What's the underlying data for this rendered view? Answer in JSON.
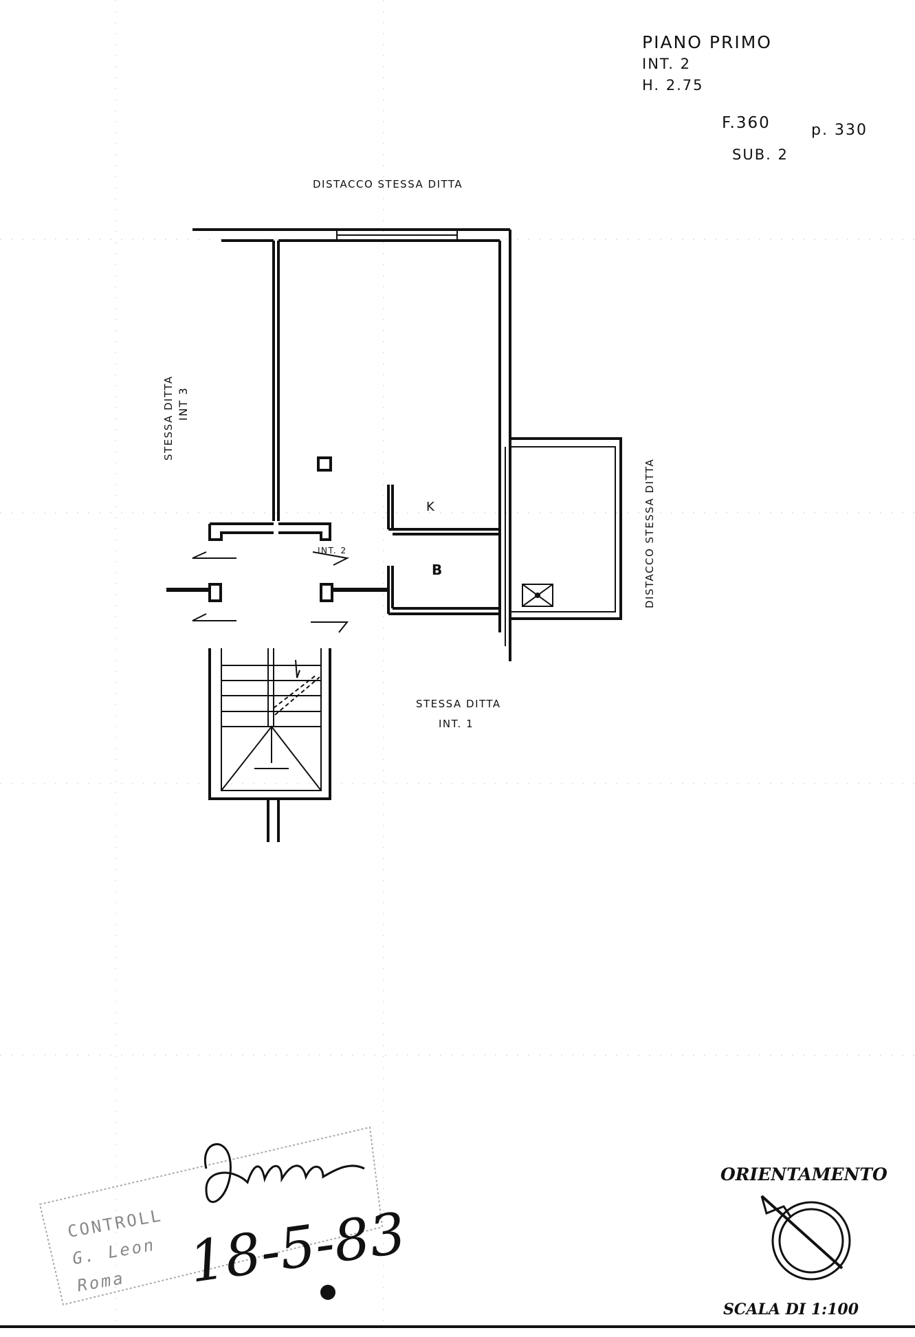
{
  "header": {
    "floor": "PIANO PRIMO",
    "unit": "INT. 2",
    "height": "H. 2.75"
  },
  "cadastral": {
    "foglio": "F.360",
    "particella": "p. 330",
    "subalterno": "SUB. 2"
  },
  "labels": {
    "top": "DISTACCO STESSA DITTA",
    "left_line1": "STESSA DITTA",
    "left_line2": "INT 3",
    "right": "DISTACCO STESSA DITTA",
    "bottom_line1": "STESSA DITTA",
    "bottom_line2": "INT. 1",
    "room_k": "K",
    "room_b": "B",
    "landing_unit": "INT. 2"
  },
  "orientation": {
    "title": "ORIENTAMENTO"
  },
  "scale": {
    "label": "SCALA DI 1:100"
  },
  "stamp": {
    "line1": "CONTROLL",
    "line2": "G. Leon",
    "line3": "Roma",
    "date": "18-5-83"
  }
}
